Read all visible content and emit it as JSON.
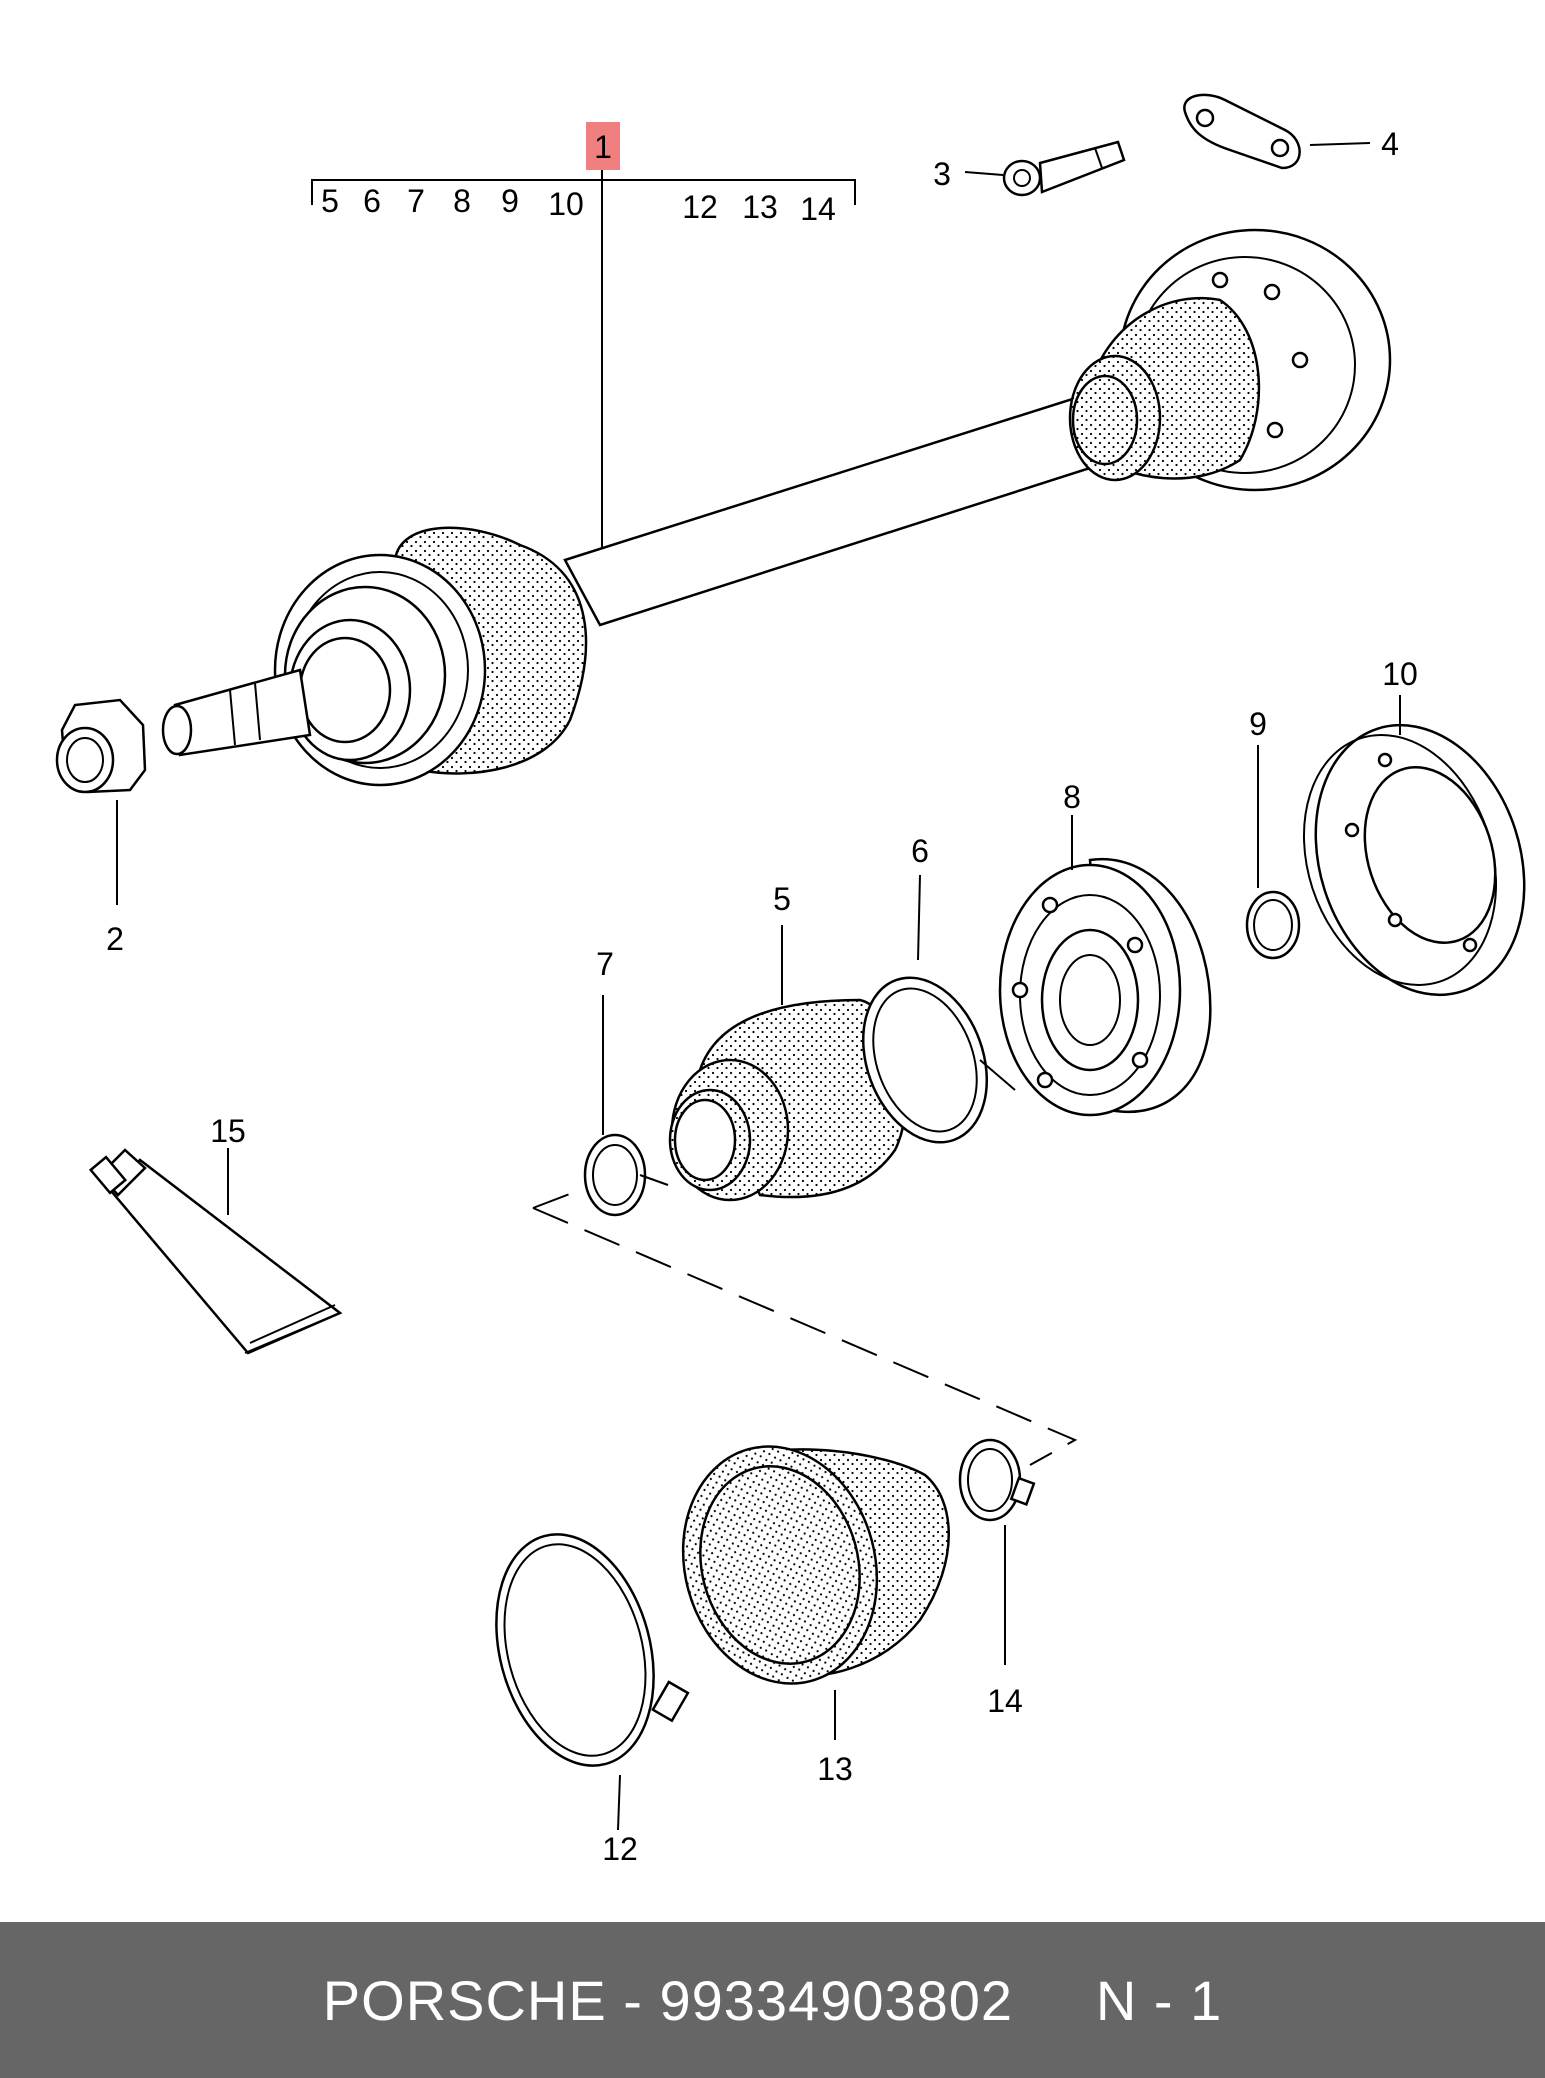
{
  "callouts": {
    "c1": "1",
    "c2": "2",
    "c3": "3",
    "c4": "4",
    "c5": "5",
    "c6": "6",
    "c7": "7",
    "c8": "8",
    "c9": "9",
    "c10": "10",
    "c12": "12",
    "c13": "13",
    "c14": "14",
    "c15": "15"
  },
  "kit_bracket": {
    "left_numbers": [
      "5",
      "6",
      "7",
      "8",
      "9",
      "10"
    ],
    "right_numbers": [
      "12",
      "13",
      "14"
    ]
  },
  "highlight_color": "#f08080",
  "footer": {
    "text": "PORSCHE - 99334903802     N - 1",
    "background": "#666666",
    "color": "#ffffff"
  }
}
